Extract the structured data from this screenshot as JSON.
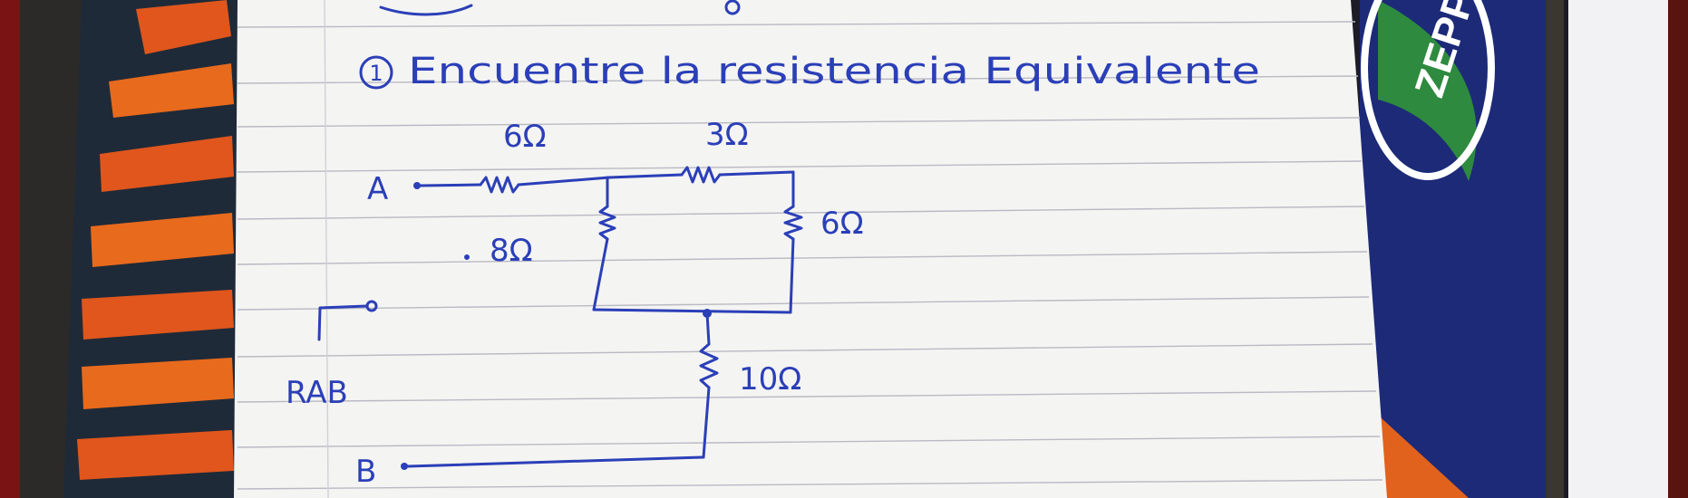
{
  "problem": {
    "number": "1",
    "prompt": "Encuentre la resistencia Equivalente"
  },
  "circuit": {
    "terminal_a": "A",
    "terminal_b": "B",
    "resistors": [
      {
        "id": "r1",
        "label": "6Ω"
      },
      {
        "id": "r2",
        "label": "3Ω"
      },
      {
        "id": "r3",
        "label": "8Ω"
      },
      {
        "id": "r4",
        "label": "6Ω"
      },
      {
        "id": "r5",
        "label": "10Ω"
      }
    ],
    "unknown": "RAB"
  },
  "background": {
    "cover_logo_text": "ZEPPELI"
  },
  "colors": {
    "ink": "#2b3fb8",
    "paper": "#f4f4f2",
    "rule": "#b9b9c4"
  }
}
